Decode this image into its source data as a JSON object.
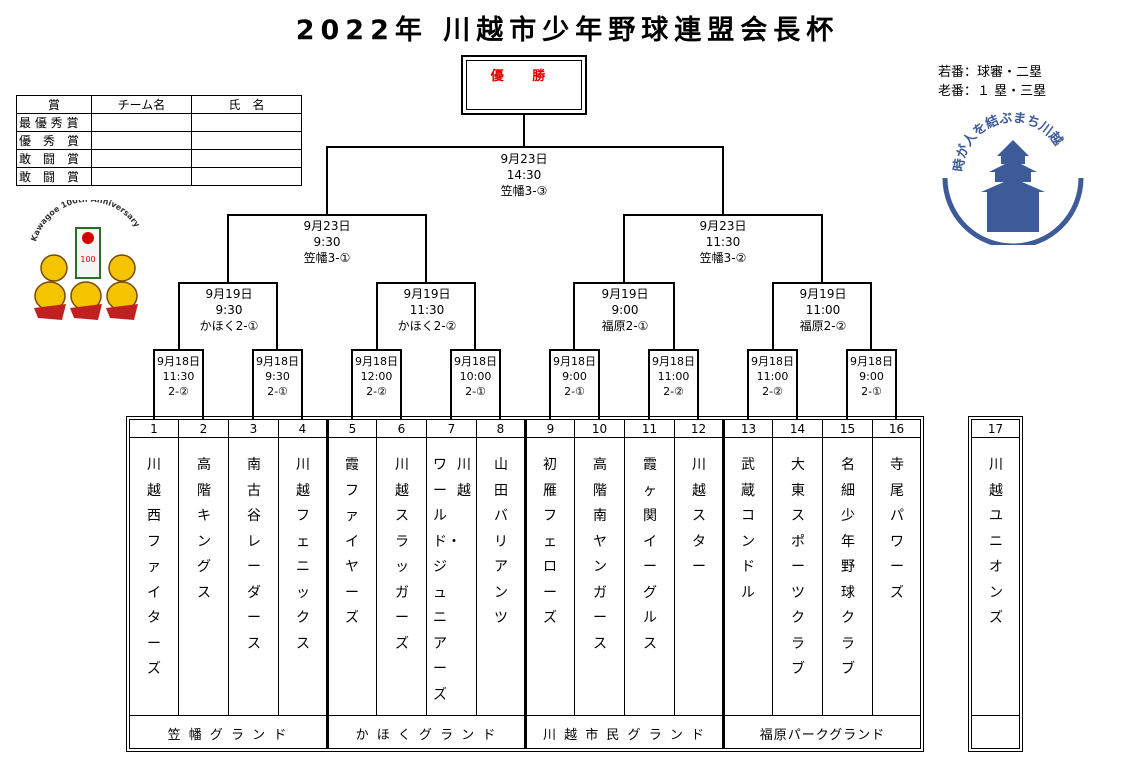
{
  "title": "2022年 川越市少年野球連盟会長杯",
  "winner_label": "優 勝",
  "notes": [
    "若番：球審・二塁",
    "老番：１ 塁・三塁"
  ],
  "awards_table": {
    "headers": [
      "賞",
      "チーム名",
      "氏　名"
    ],
    "rows": [
      "最 優 秀 賞",
      "優　秀　賞",
      "敢　闘　賞",
      "敢　闘　賞"
    ]
  },
  "logo_right_text": "時が人を結ぶまち川越",
  "logo_left_text": "Kawagoe 100th Anniversary",
  "final": {
    "date": "9月23日",
    "time": "14:30",
    "venue": "笠幡3-③"
  },
  "semis": [
    {
      "date": "9月23日",
      "time": "9:30",
      "venue": "笠幡3-①"
    },
    {
      "date": "9月23日",
      "time": "11:30",
      "venue": "笠幡3-②"
    }
  ],
  "quarters": [
    {
      "date": "9月19日",
      "time": "9:30",
      "venue": "かほく2-①"
    },
    {
      "date": "9月19日",
      "time": "11:30",
      "venue": "かほく2-②"
    },
    {
      "date": "9月19日",
      "time": "9:00",
      "venue": "福原2-①"
    },
    {
      "date": "9月19日",
      "time": "11:00",
      "venue": "福原2-②"
    }
  ],
  "round1": [
    {
      "date": "9月18日",
      "time": "11:30",
      "venue": "2-②"
    },
    {
      "date": "9月18日",
      "time": "9:30",
      "venue": "2-①"
    },
    {
      "date": "9月18日",
      "time": "12:00",
      "venue": "2-②"
    },
    {
      "date": "9月18日",
      "time": "10:00",
      "venue": "2-①"
    },
    {
      "date": "9月18日",
      "time": "9:00",
      "venue": "2-①"
    },
    {
      "date": "9月18日",
      "time": "11:00",
      "venue": "2-②"
    },
    {
      "date": "9月18日",
      "time": "11:00",
      "venue": "2-②"
    },
    {
      "date": "9月18日",
      "time": "9:00",
      "venue": "2-①"
    }
  ],
  "teams": [
    {
      "num": "1",
      "name": "川越西ファイターズ"
    },
    {
      "num": "2",
      "name": "高階キングス"
    },
    {
      "num": "3",
      "name": "南古谷レーダース"
    },
    {
      "num": "4",
      "name": "川越フェニックス"
    },
    {
      "num": "5",
      "name": "霞ファイヤーズ"
    },
    {
      "num": "6",
      "name": "川越スラッガーズ"
    },
    {
      "num": "7",
      "name": "川越",
      "name2": "ワールド・ジュニアーズ"
    },
    {
      "num": "8",
      "name": "山田バリアンツ"
    },
    {
      "num": "9",
      "name": "初雁フェローズ"
    },
    {
      "num": "10",
      "name": "高階南ヤンガース"
    },
    {
      "num": "11",
      "name": "霞ヶ関イーグルス"
    },
    {
      "num": "12",
      "name": "川越スター"
    },
    {
      "num": "13",
      "name": "武蔵コンドル"
    },
    {
      "num": "14",
      "name": "大東スポーツクラブ"
    },
    {
      "num": "15",
      "name": "名細少年野球クラブ"
    },
    {
      "num": "16",
      "name": "寺尾パワーズ"
    },
    {
      "num": "17",
      "name": "川越ユニオンズ"
    }
  ],
  "venues": [
    "笠 幡 グ ラ ン ド",
    "か ほ く グ ラ ン ド",
    "川 越 市 民 グ ラ ン ド",
    "福原パークグランド"
  ]
}
